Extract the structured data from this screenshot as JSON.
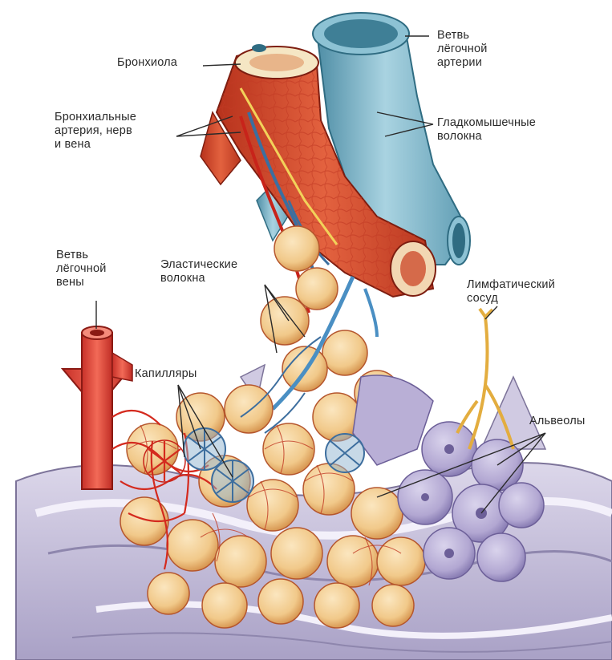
{
  "labels": {
    "bronchiole": "Бронхиола",
    "pulmonary_artery_branch": "Ветвь\nлёгочной\nартерии",
    "bronchial_vessels": "Бронхиальные\nартерия, нерв\nи вена",
    "smooth_muscle": "Гладкомышечные\nволокна",
    "pulmonary_vein_branch": "Ветвь\nлёгочной\nвены",
    "elastic_fibers": "Эластические\nволокна",
    "lymph_vessel": "Лимфатический\nсосуд",
    "capillaries": "Капилляры",
    "alveoli": "Альвеолы"
  },
  "colors": {
    "artery_blue": "#7fb6c9",
    "muscle_red": "#d8492c",
    "vein_red": "#e0493a",
    "alveolus_tan": "#f1c98a",
    "alveolus_purple": "#b9afd6",
    "lymph_yellow": "#f0c15a",
    "tissue_lavender": "#c9c3dc"
  }
}
